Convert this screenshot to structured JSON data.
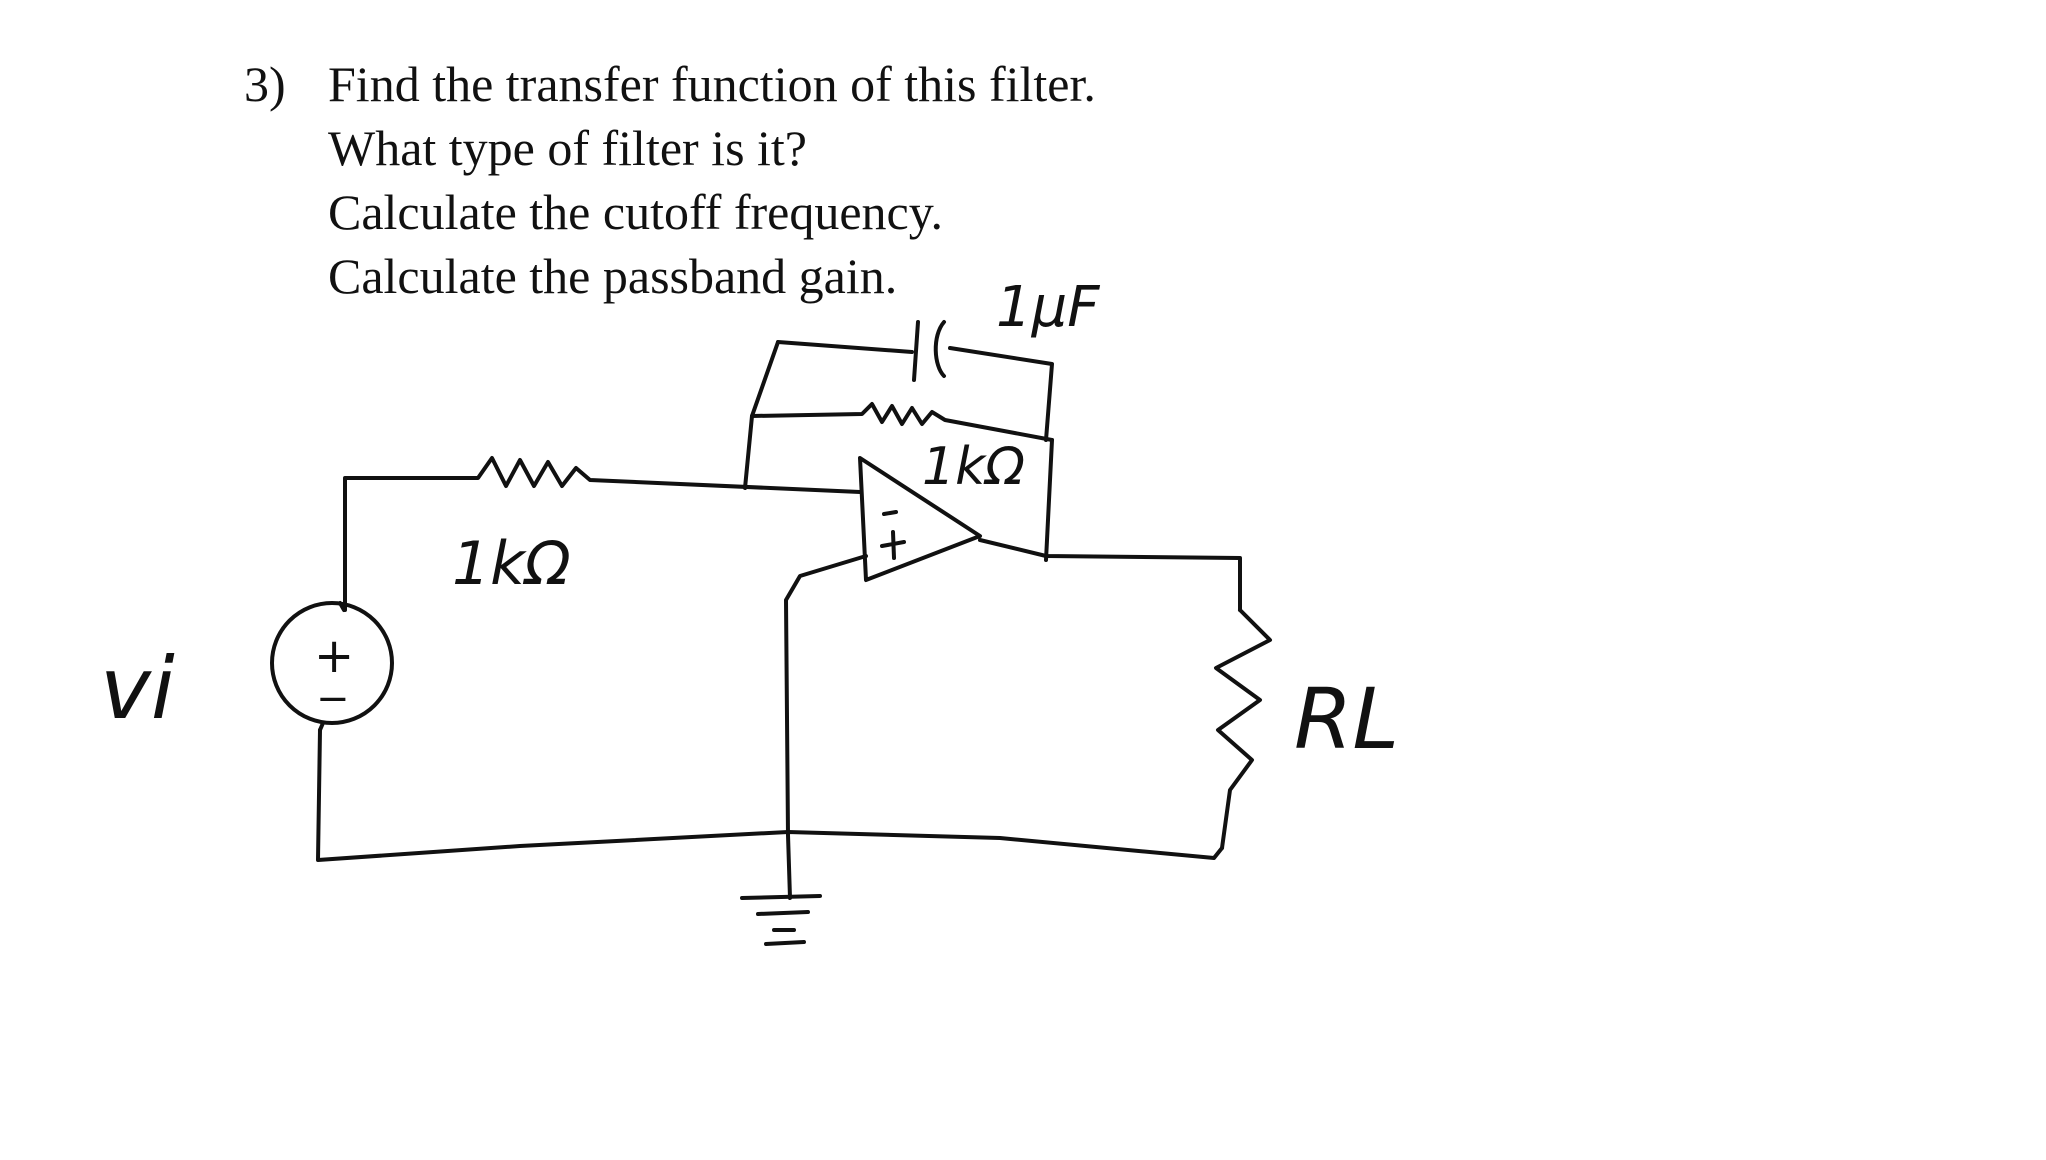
{
  "question": {
    "number": "3)",
    "lines": [
      "Find the transfer function of this filter.",
      "What type of filter is it?",
      "Calculate the cutoff frequency.",
      "Calculate the passband gain."
    ]
  },
  "circuit": {
    "capacitor_label": "1μF",
    "feedback_resistor_label": "1kΩ",
    "input_resistor_label": "1kΩ",
    "load_resistor_label": "RL",
    "source_label": "vi",
    "source_polarity_plus": "+",
    "source_polarity_minus": "−",
    "opamp_inverting": "−",
    "opamp_noninverting": "+"
  },
  "colors": {
    "ink": "#111111",
    "background": "#ffffff"
  }
}
